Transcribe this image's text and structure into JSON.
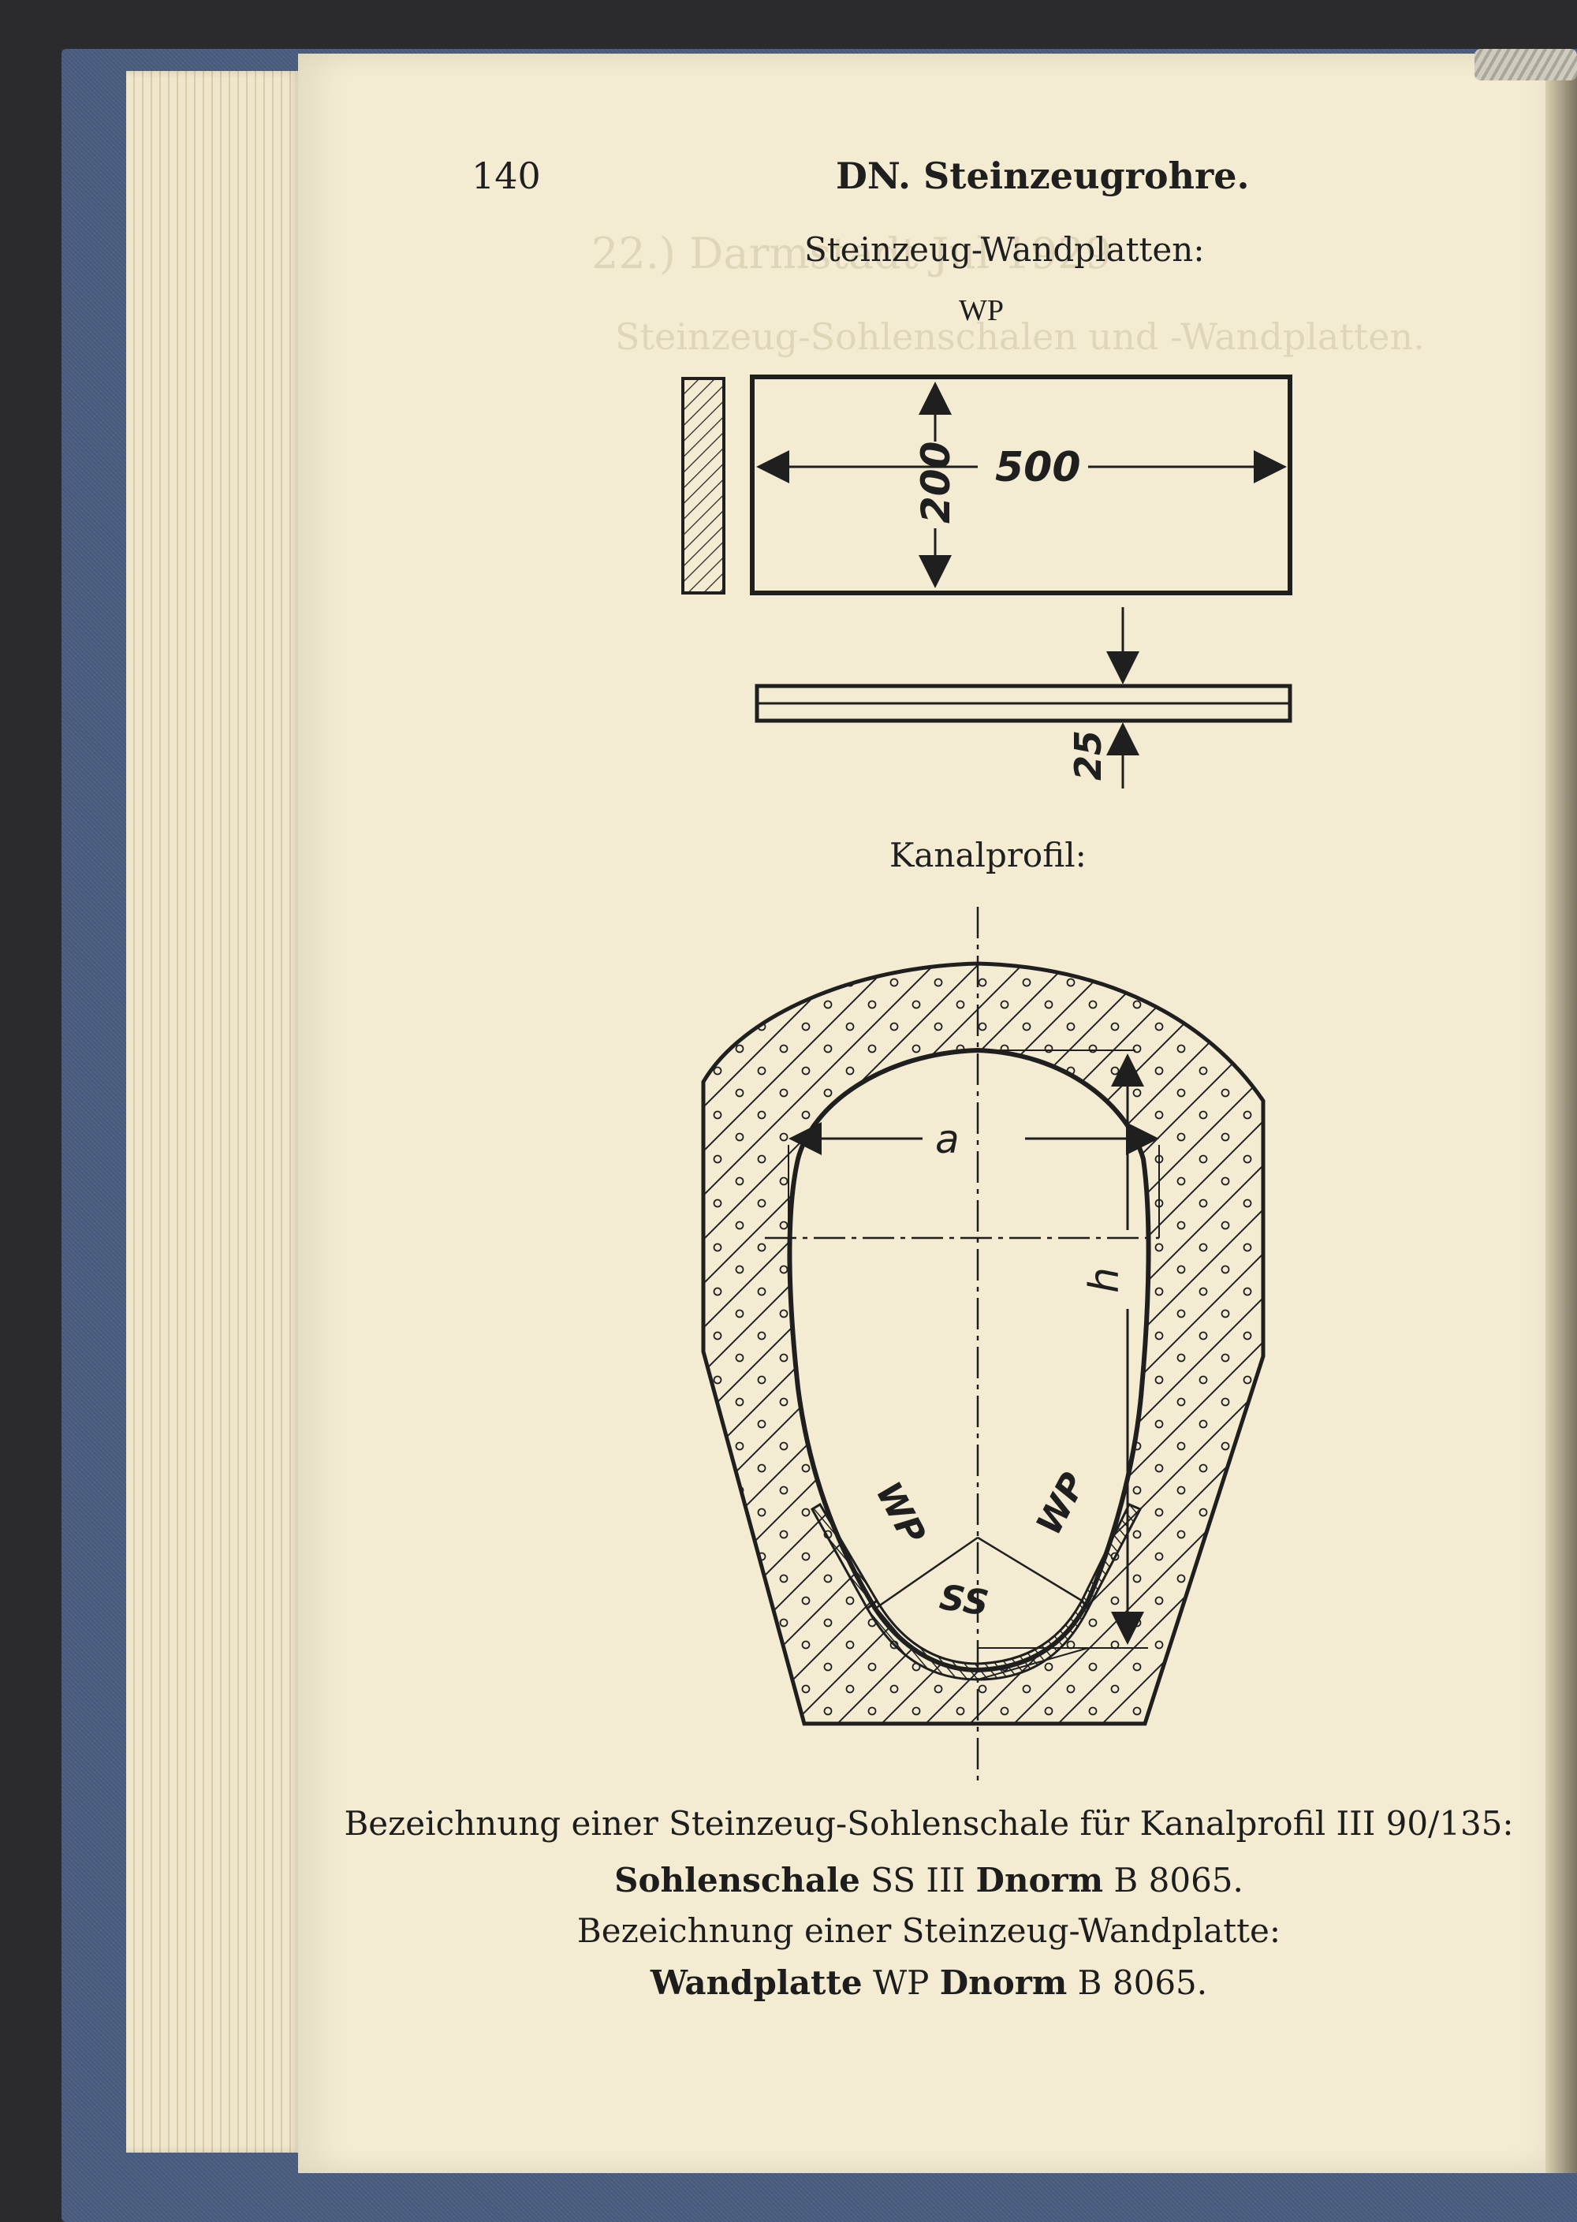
{
  "page": {
    "page_number": "140",
    "running_title": "DN. Steinzeugrohre.",
    "section_title": "Steinzeug-Wandplatten:",
    "figure_label": "WP"
  },
  "plate_dims": {
    "length": "500",
    "height": "200",
    "thickness": "25"
  },
  "kanal": {
    "title": "Kanalprofil:",
    "label_a": "a",
    "label_h": "h",
    "label_wp_left": "WP",
    "label_wp_right": "WP",
    "label_ss": "SS"
  },
  "captions": {
    "line1": "Bezeichnung einer Steinzeug-Sohlenschale für Kanalprofil III 90/135:",
    "line2_bold": "Sohlenschale",
    "line2_rest": "SS III",
    "line2_norm": "Dnorm",
    "line2_code": "B 8065.",
    "line3": "Bezeichnung einer Steinzeug-Wandplatte:",
    "line4_bold": "Wandplatte",
    "line4_rest": "WP",
    "line4_norm": "Dnorm",
    "line4_code": "B 8065."
  },
  "bleed_through": {
    "line1": "22.) Darmstadt Jul 1929",
    "line2": "Steinzeug-Sohlenschalen und -Wandplatten."
  },
  "colors": {
    "paper": "#f3ecd2",
    "ink": "#1f1f1f",
    "cover": "#4a5d7f"
  }
}
